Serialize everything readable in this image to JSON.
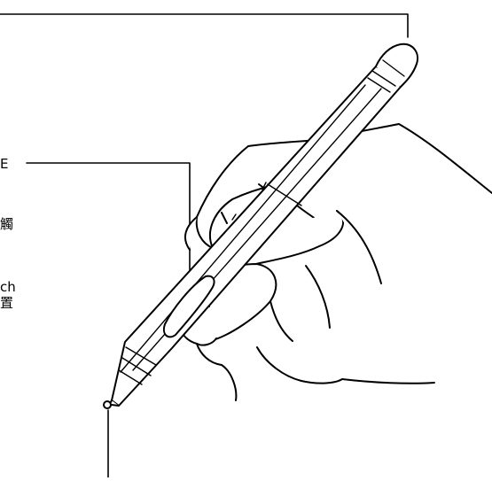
{
  "labels": {
    "side_switch_cropped": "E",
    "touch_cropped": "觸",
    "switch_line1_cropped": "ch",
    "switch_line2_cropped": "置"
  },
  "colors": {
    "stroke": "#000000",
    "fill": "#ffffff"
  }
}
